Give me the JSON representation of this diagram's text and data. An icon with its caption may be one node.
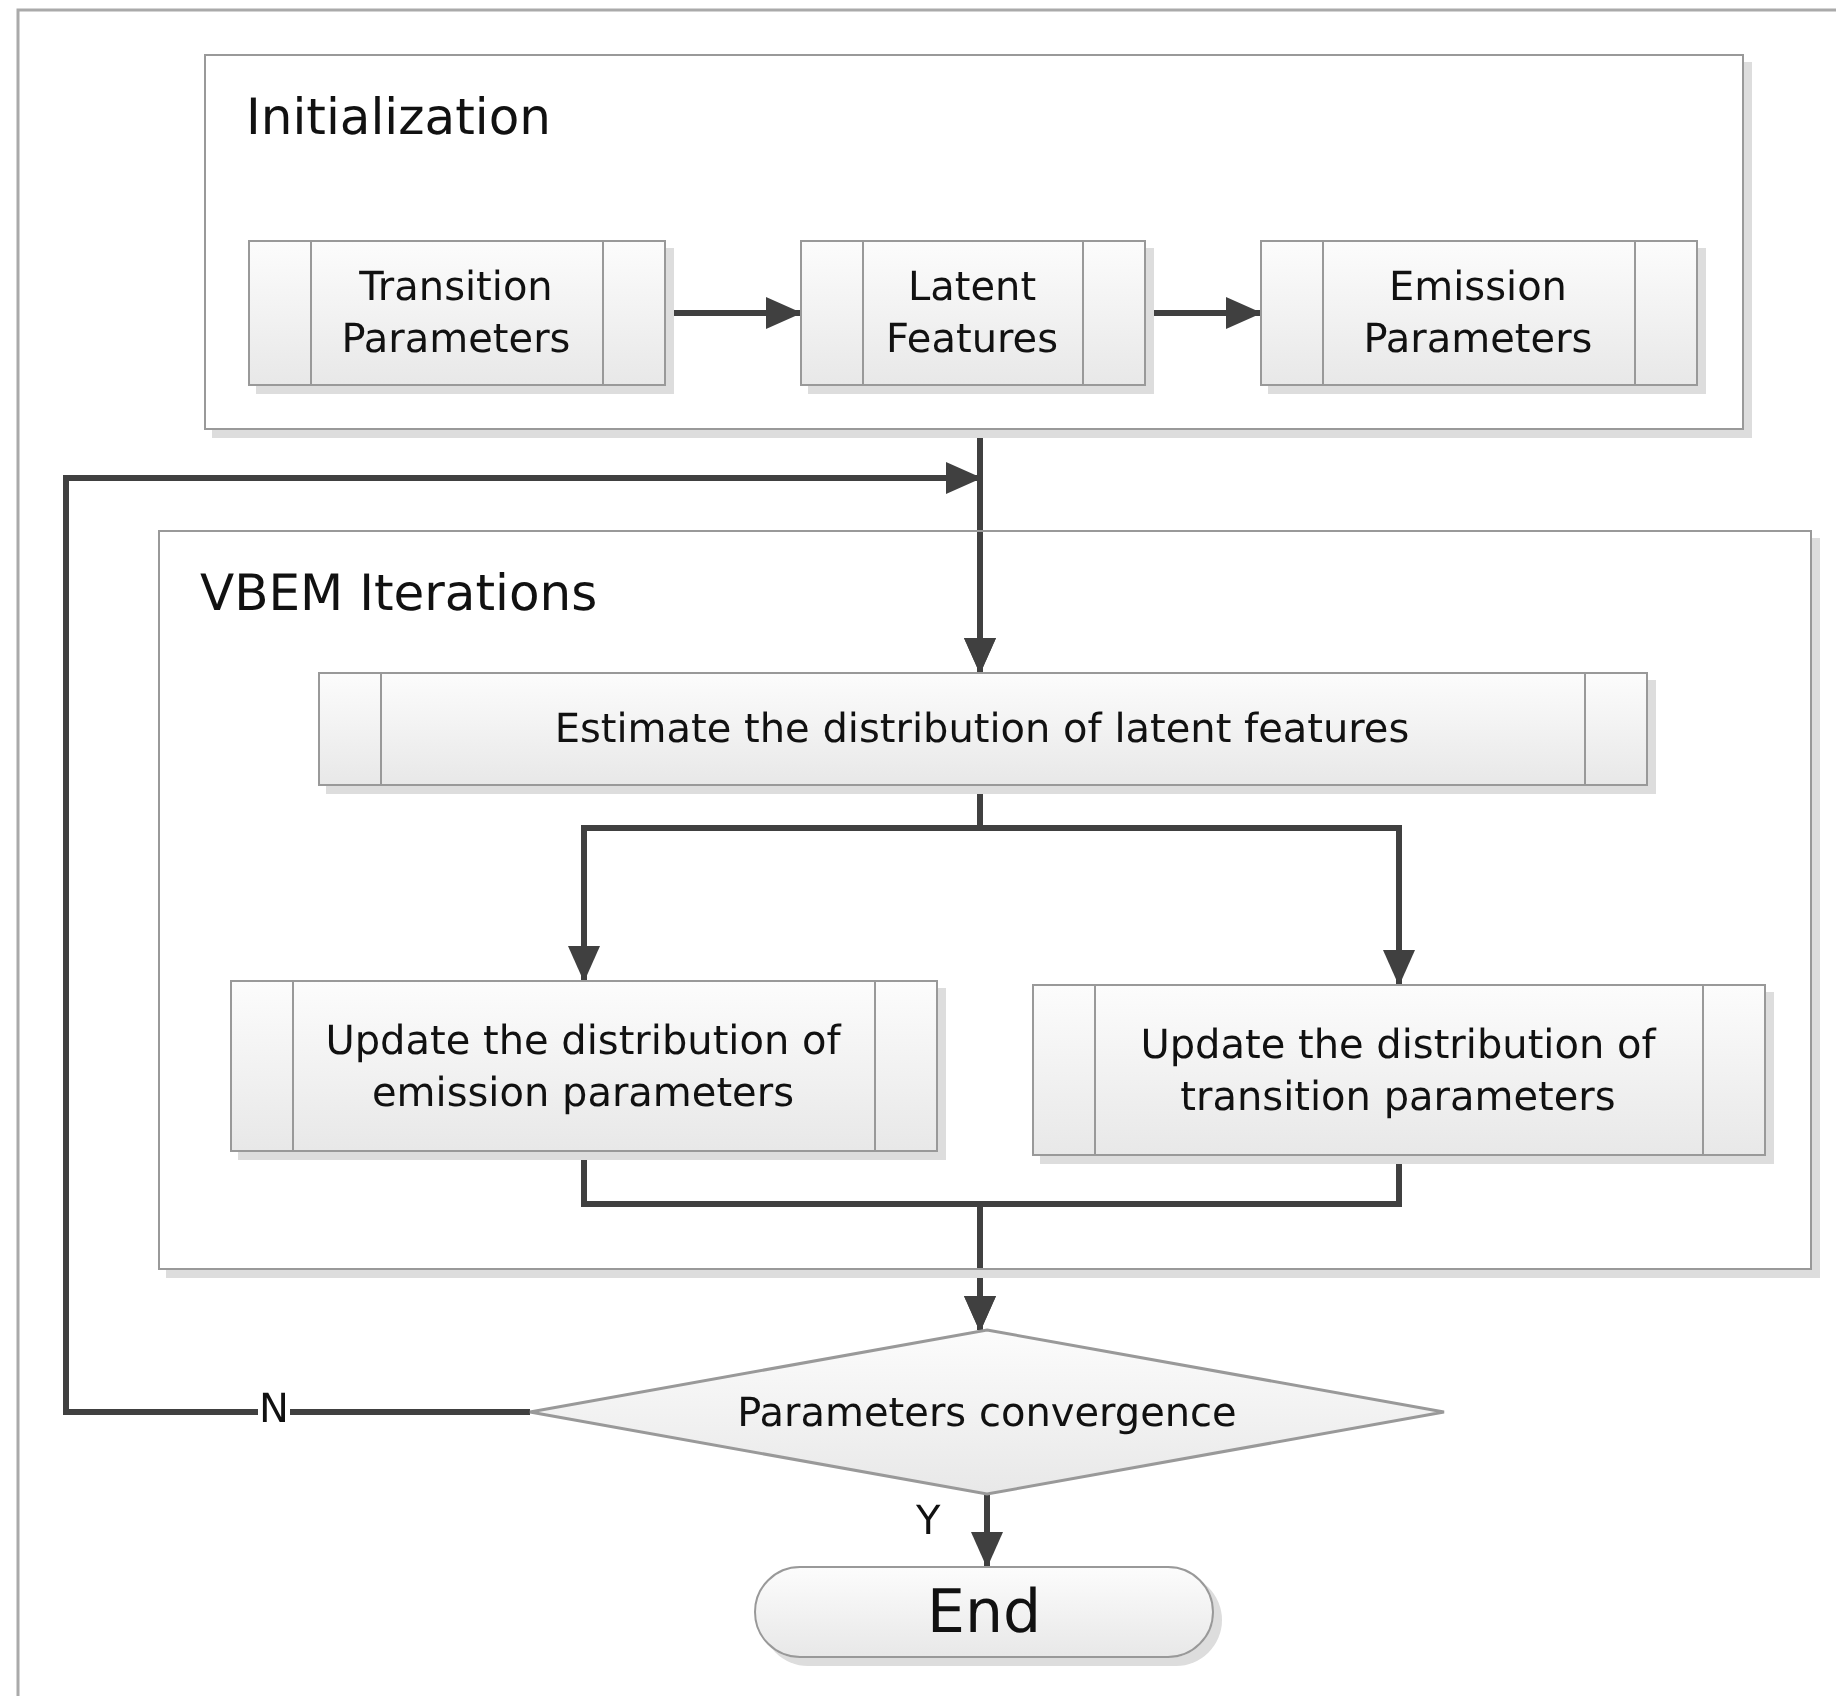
{
  "diagram": {
    "nodes": [
      {
        "text": [
          "Initialization"
        ]
      },
      {
        "text": [
          "Transition Parameters"
        ],
        "in": 0
      },
      {
        "text": [
          "Latent Features"
        ],
        "in": 0
      },
      {
        "text": [
          "Emission Parameters"
        ],
        "in": 0
      },
      {
        "text": [
          "VBEM Iterations"
        ]
      },
      {
        "text": [
          "Estimate the distribution of latent features"
        ],
        "in": 4
      },
      {
        "text": [
          "Update the distribution of emission parameters"
        ],
        "in": 4
      },
      {
        "text": [
          "Update the distribution of transition parameters"
        ],
        "in": 4
      },
      {
        "text": [
          "Parameters convergence"
        ]
      },
      {
        "text": [
          "End"
        ]
      }
    ],
    "edges": [
      {
        "from": 1,
        "to": 2,
        "arrow": "to"
      },
      {
        "from": 2,
        "to": 3,
        "arrow": "to"
      },
      {
        "from": 0,
        "to": 5,
        "arrow": "to"
      },
      {
        "from": 8,
        "to": 5,
        "arrow": "to",
        "label": "N"
      },
      {
        "from": 5,
        "to": 6,
        "arrow": "to"
      },
      {
        "from": 5,
        "to": 7,
        "arrow": "to"
      },
      {
        "from": 6,
        "to": 8,
        "arrow": "to"
      },
      {
        "from": 7,
        "to": 8,
        "arrow": "to"
      },
      {
        "from": 8,
        "to": 9,
        "arrow": "to",
        "label": "Y"
      }
    ]
  }
}
